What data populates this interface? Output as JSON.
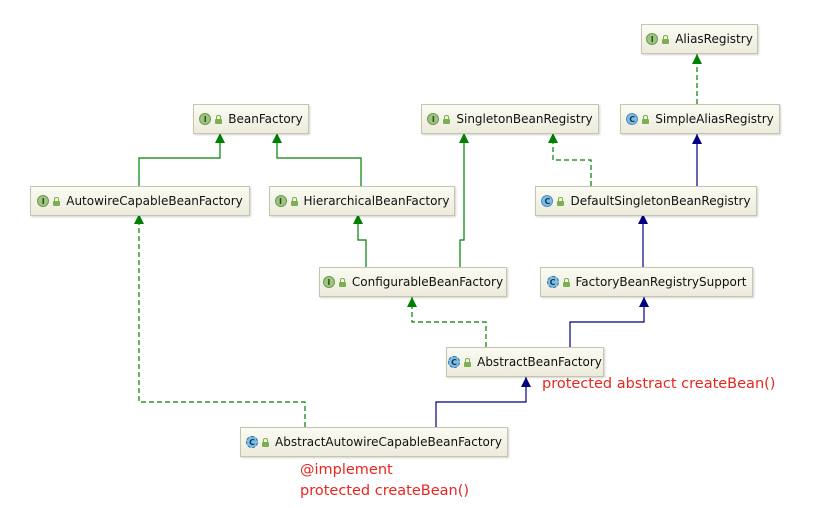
{
  "nodes": [
    {
      "id": "alias_registry",
      "name": "AliasRegistry",
      "kind": "I"
    },
    {
      "id": "bean_factory",
      "name": "BeanFactory",
      "kind": "I"
    },
    {
      "id": "singleton_bean_registry",
      "name": "SingletonBeanRegistry",
      "kind": "I"
    },
    {
      "id": "simple_alias_registry",
      "name": "SimpleAliasRegistry",
      "kind": "C"
    },
    {
      "id": "autowire_capable_bean_factory",
      "name": "AutowireCapableBeanFactory",
      "kind": "I"
    },
    {
      "id": "hierarchical_bean_factory",
      "name": "HierarchicalBeanFactory",
      "kind": "I"
    },
    {
      "id": "default_singleton_bean_registry",
      "name": "DefaultSingletonBeanRegistry",
      "kind": "C"
    },
    {
      "id": "configurable_bean_factory",
      "name": "ConfigurableBeanFactory",
      "kind": "I"
    },
    {
      "id": "factory_bean_registry_support",
      "name": "FactoryBeanRegistrySupport",
      "kind": "C"
    },
    {
      "id": "abstract_bean_factory",
      "name": "AbstractBeanFactory",
      "kind": "C"
    },
    {
      "id": "abstract_autowire_capable_bean_factory",
      "name": "AbstractAutowireCapableBeanFactory",
      "kind": "C"
    }
  ],
  "edges": [
    {
      "from": "autowire_capable_bean_factory",
      "to": "bean_factory",
      "type": "extends-interface"
    },
    {
      "from": "hierarchical_bean_factory",
      "to": "bean_factory",
      "type": "extends-interface"
    },
    {
      "from": "simple_alias_registry",
      "to": "alias_registry",
      "type": "implements"
    },
    {
      "from": "default_singleton_bean_registry",
      "to": "singleton_bean_registry",
      "type": "implements"
    },
    {
      "from": "default_singleton_bean_registry",
      "to": "simple_alias_registry",
      "type": "extends-class"
    },
    {
      "from": "configurable_bean_factory",
      "to": "hierarchical_bean_factory",
      "type": "extends-interface"
    },
    {
      "from": "configurable_bean_factory",
      "to": "singleton_bean_registry",
      "type": "extends-interface"
    },
    {
      "from": "factory_bean_registry_support",
      "to": "default_singleton_bean_registry",
      "type": "extends-class"
    },
    {
      "from": "abstract_bean_factory",
      "to": "configurable_bean_factory",
      "type": "implements"
    },
    {
      "from": "abstract_bean_factory",
      "to": "factory_bean_registry_support",
      "type": "extends-class"
    },
    {
      "from": "abstract_autowire_capable_bean_factory",
      "to": "abstract_bean_factory",
      "type": "extends-class"
    },
    {
      "from": "abstract_autowire_capable_bean_factory",
      "to": "autowire_capable_bean_factory",
      "type": "implements"
    }
  ],
  "notes": {
    "abstract_bean_factory_note": "protected abstract createBean()",
    "abstract_autowire_note_line1": "@implement",
    "abstract_autowire_note_line2": "protected createBean()"
  },
  "colors": {
    "interface_edge": "#008000",
    "class_edge": "#000080",
    "note_text": "#e8251f"
  }
}
